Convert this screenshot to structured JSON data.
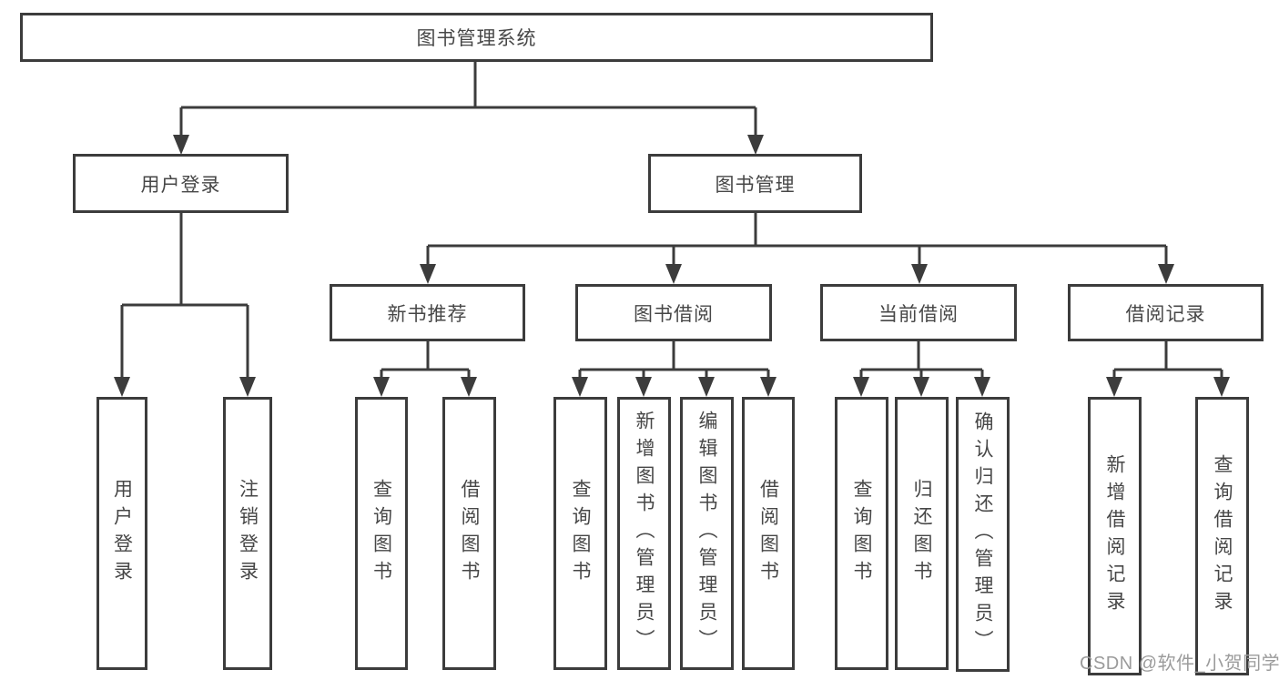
{
  "diagram": {
    "title": "图书管理系统",
    "modules": [
      {
        "label": "用户登录",
        "features": [
          "用户登录",
          "注销登录"
        ]
      },
      {
        "label": "图书管理",
        "sections": [
          {
            "label": "新书推荐",
            "features": [
              "查询图书",
              "借阅图书"
            ]
          },
          {
            "label": "图书借阅",
            "features": [
              "查询图书",
              "新增图书（管理员）",
              "编辑图书（管理员）",
              "借阅图书"
            ]
          },
          {
            "label": "当前借阅",
            "features": [
              "查询图书",
              "归还图书",
              "确认归还（管理员）"
            ]
          },
          {
            "label": "借阅记录",
            "features": [
              "新增借阅记录",
              "查询借阅记录"
            ]
          }
        ]
      }
    ]
  },
  "watermark": {
    "text": "CSDN @软件_小贺同学"
  },
  "colors": {
    "line": "#3c3c3c",
    "box_border": "#3c3c3c",
    "text": "#474747",
    "watermark": "#9b9b9b",
    "background": "#ffffff"
  }
}
